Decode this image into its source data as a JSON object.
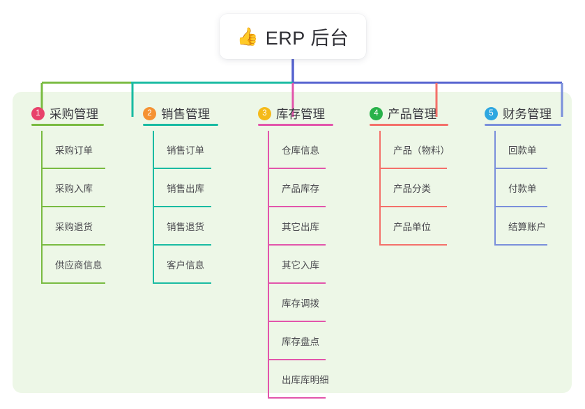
{
  "diagram": {
    "type": "mindmap",
    "root": {
      "emoji": "👍",
      "emoji_name": "thumbs-up-icon",
      "title": "ERP 后台"
    },
    "panel_color": "#edf7e7",
    "trunk_color": "#5562cf",
    "branch_bar_segments": [
      {
        "color": "#79bb41"
      },
      {
        "color": "#19bba2"
      },
      {
        "color": "#5562cf"
      }
    ],
    "columns": [
      {
        "number": "1",
        "title": "采购管理",
        "badge_color": "#e8426b",
        "line_color": "#79bb41",
        "items": [
          {
            "label": "采购订单"
          },
          {
            "label": "采购入库"
          },
          {
            "label": "采购退货"
          },
          {
            "label": "供应商信息"
          }
        ]
      },
      {
        "number": "2",
        "title": "销售管理",
        "badge_color": "#f59233",
        "line_color": "#19bba2",
        "items": [
          {
            "label": "销售订单"
          },
          {
            "label": "销售出库"
          },
          {
            "label": "销售退货"
          },
          {
            "label": "客户信息"
          }
        ]
      },
      {
        "number": "3",
        "title": "库存管理",
        "badge_color": "#f5ba1a",
        "line_color": "#e255ab",
        "items": [
          {
            "label": "仓库信息"
          },
          {
            "label": "产品库存"
          },
          {
            "label": "其它出库"
          },
          {
            "label": "其它入库"
          },
          {
            "label": "库存调拨"
          },
          {
            "label": "库存盘点"
          },
          {
            "label": "出库库明细"
          }
        ]
      },
      {
        "number": "4",
        "title": "产品管理",
        "badge_color": "#29b24a",
        "line_color": "#f4706a",
        "items": [
          {
            "label": "产品（物料）"
          },
          {
            "label": "产品分类"
          },
          {
            "label": "产品单位"
          }
        ]
      },
      {
        "number": "5",
        "title": "财务管理",
        "badge_color": "#2ea7e0",
        "line_color": "#7a8fdb",
        "items": [
          {
            "label": "回款单"
          },
          {
            "label": "付款单"
          },
          {
            "label": "结算账户"
          }
        ]
      }
    ]
  }
}
